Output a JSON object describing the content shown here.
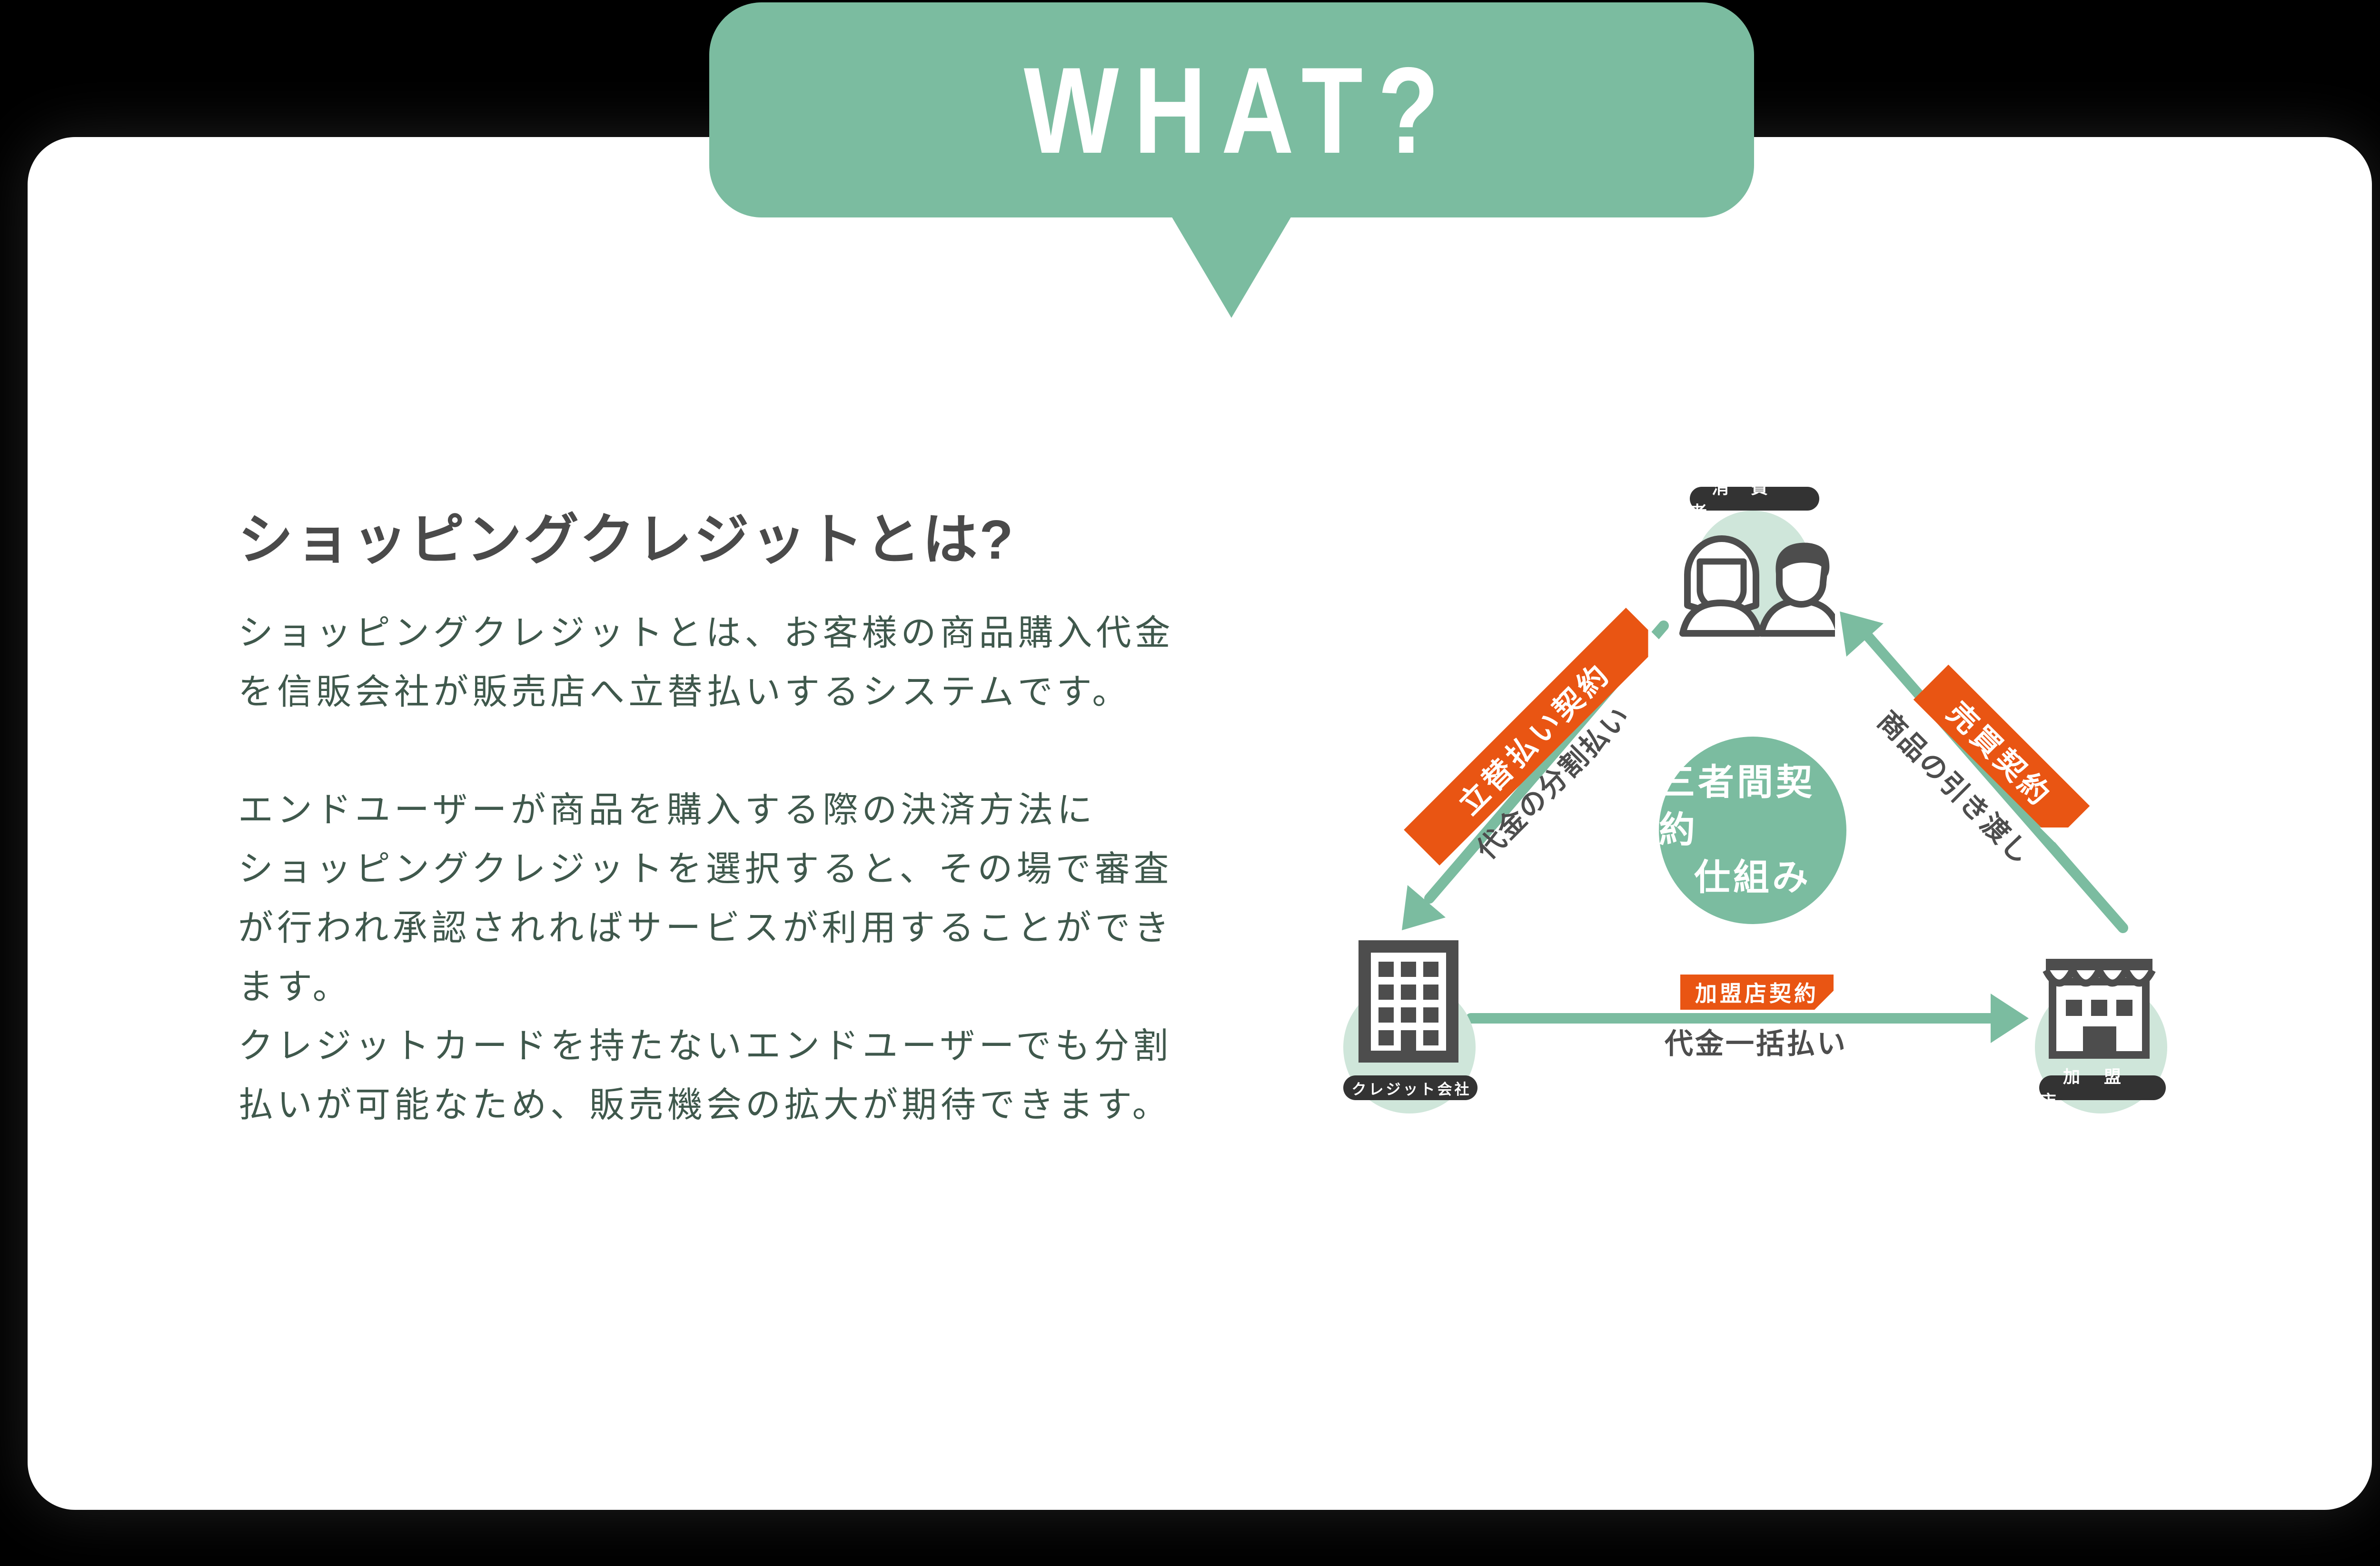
{
  "badge": {
    "label": "WHAT?"
  },
  "content": {
    "heading": "ショッピングクレジットとは?",
    "paragraph1": "ショッピングクレジットとは、お客様の商品購入代金\nを信販会社が販売店へ立替払いするシステムです。",
    "paragraph2": "エンドユーザーが商品を購入する際の決済方法に\nショッピングクレジットを選択すると、その場で審査\nが行われ承認されればサービスが利用することができ\nます。\nクレジットカードを持たないエンドユーザーでも分割\n払いが可能なため、販売機会の拡大が期待できます。"
  },
  "diagram": {
    "center": {
      "line1": "三者間契約",
      "line2": "仕組み"
    },
    "nodes": {
      "consumer": {
        "label": "消費者"
      },
      "credit_company": {
        "label": "クレジット会社"
      },
      "merchant": {
        "label": "加盟店"
      }
    },
    "edges": {
      "advance_payment": {
        "contract": "立替払い契約",
        "flow": "代金の分割払い",
        "from": "消費者",
        "to": "クレジット会社"
      },
      "sales": {
        "contract": "売買契約",
        "flow": "商品の引き渡し",
        "from": "加盟店",
        "to": "消費者"
      },
      "merchant_contract": {
        "contract": "加盟店契約",
        "flow": "代金一括払い",
        "from": "クレジット会社",
        "to": "加盟店"
      }
    }
  },
  "colors": {
    "green": "#7bbca0",
    "light_green": "#cfe6da",
    "orange": "#e95513",
    "label_dark": "#333333",
    "icon_gray": "#4d4d4d",
    "heading_text": "#4a4a4a",
    "body_text": "#3f584c",
    "background": "#000000",
    "card": "#ffffff"
  }
}
